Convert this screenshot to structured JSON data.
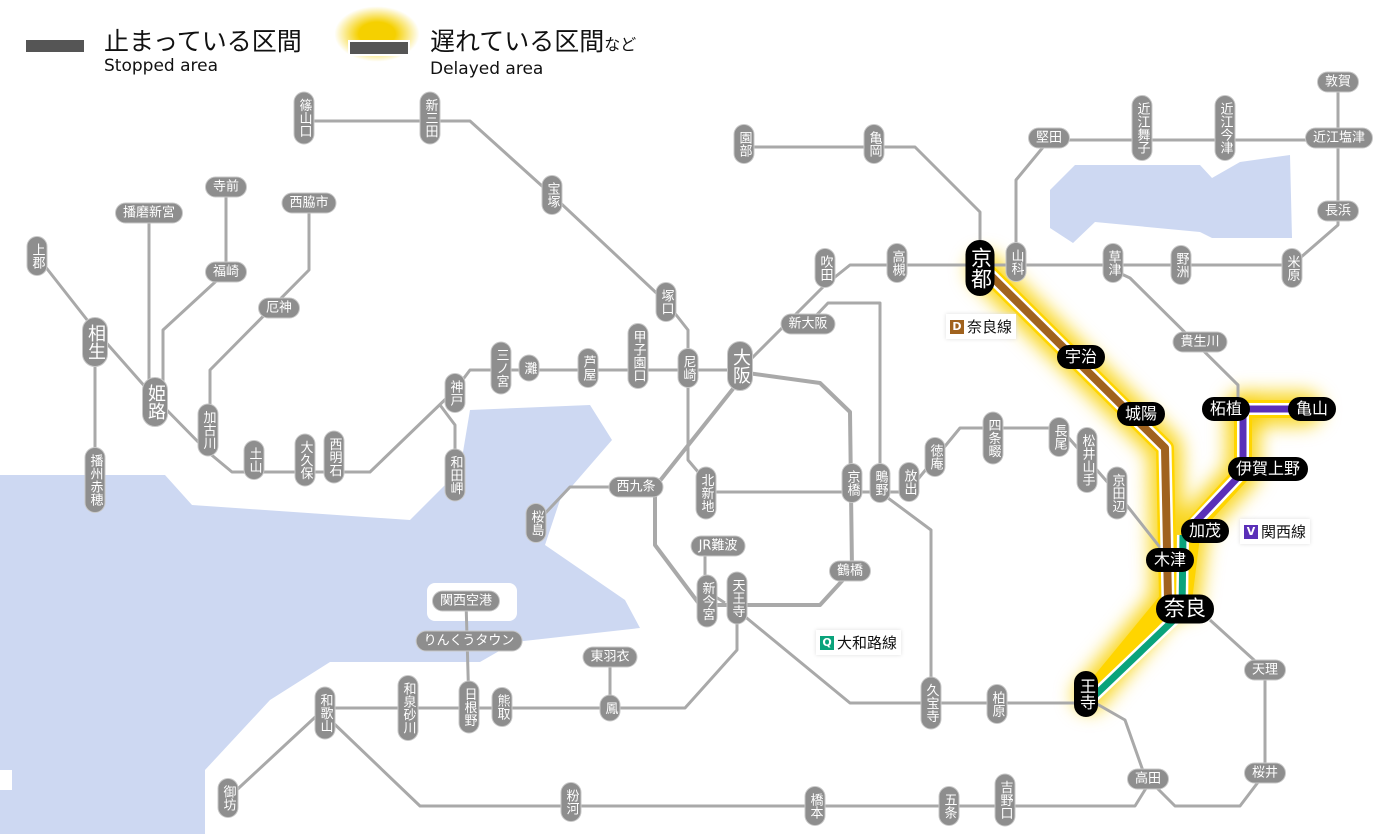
{
  "legend": {
    "stopped_ja": "止まっている区間",
    "stopped_en": "Stopped area",
    "delayed_ja": "遅れている区間",
    "delayed_suffix": "など",
    "delayed_en": "Delayed area"
  },
  "lines": {
    "nara": {
      "code": "D",
      "name": "奈良線",
      "color": "#a0621e"
    },
    "kansai": {
      "code": "V",
      "name": "関西線",
      "color": "#5a2fb8"
    },
    "yamatoji": {
      "code": "Q",
      "name": "大和路線",
      "color": "#0aa37b"
    }
  },
  "colors": {
    "track": "#a9a9a9",
    "station": "#a3a3a3",
    "affected": "#000000",
    "glow": "#f5d000",
    "water": "#cdd8f2"
  },
  "stations": {
    "sasayamaguchi": "篠山口",
    "shinsanda": "新三田",
    "takarazuka": "宝塚",
    "tsukaguchi": "塚口",
    "sonobe": "園部",
    "kameoka": "亀岡",
    "suita": "吹田",
    "takatsuki": "高槻",
    "kyoto": "京都",
    "yamashina": "山科",
    "katata": "堅田",
    "omimaiko": "近江舞子",
    "omiimazu": "近江今津",
    "omishiotsu": "近江塩津",
    "tsuruga": "敦賀",
    "nagahama": "長浜",
    "maibara": "米原",
    "yasu": "野洲",
    "kusatsu": "草津",
    "kibukawa": "貴生川",
    "tsuge": "柘植",
    "kameyama": "亀山",
    "igaueno": "伊賀上野",
    "kamo": "加茂",
    "kizu": "木津",
    "nara": "奈良",
    "oji": "王寺",
    "uji": "宇治",
    "joyo": "城陽",
    "tenri": "天理",
    "sakurai": "桜井",
    "takada": "高田",
    "kashiwara": "柏原",
    "kyuhoji": "久宝寺",
    "yoshinoguchi": "吉野口",
    "gojo": "五条",
    "hashimoto": "橋本",
    "kokawa": "粉河",
    "wakayama": "和歌山",
    "gobo": "御坊",
    "izumisunagawa": "和泉砂川",
    "hinenoo": "日根野",
    "kumatori": "熊取",
    "otori": "鳳",
    "higashihagoromo": "東羽衣",
    "rinku": "りんくうタウン",
    "kanku": "関西空港",
    "tennoji": "天王寺",
    "shinimamiya": "新今宮",
    "jrnamba": "JR難波",
    "tsuruhashi": "鶴橋",
    "nishikujo": "西九条",
    "sakurajima": "桜島",
    "kitashinchi": "北新地",
    "kyobashi": "京橋",
    "shigino": "鴫野",
    "hanaten": "放出",
    "tokuan": "徳庵",
    "shijonawate": "四条畷",
    "nagao": "長尾",
    "matsuiyamate": "松井山手",
    "kyotanabe": "京田辺",
    "osaka": "大阪",
    "shinosaka": "新大阪",
    "amagasaki": "尼崎",
    "koshienguchi": "甲子園口",
    "ashiya": "芦屋",
    "nada": "灘",
    "sannomiya": "三ノ宮",
    "kobe": "神戸",
    "wadamisaki": "和田岬",
    "nishiakashi": "西明石",
    "okubo": "大久保",
    "tsuchiyama": "土山",
    "kakogawa": "加古川",
    "himeji": "姫路",
    "aioi": "相生",
    "kamigori": "上郡",
    "banshuako": "播州赤穂",
    "harimashingu": "播磨新宮",
    "teramae": "寺前",
    "fukusaki": "福崎",
    "nishiwakishi": "西脇市",
    "yakujin": "厄神"
  },
  "affected_stations": [
    "kyoto",
    "uji",
    "joyo",
    "kizu",
    "nara",
    "oji",
    "kamo",
    "igaueno",
    "tsuge",
    "kameyama"
  ]
}
